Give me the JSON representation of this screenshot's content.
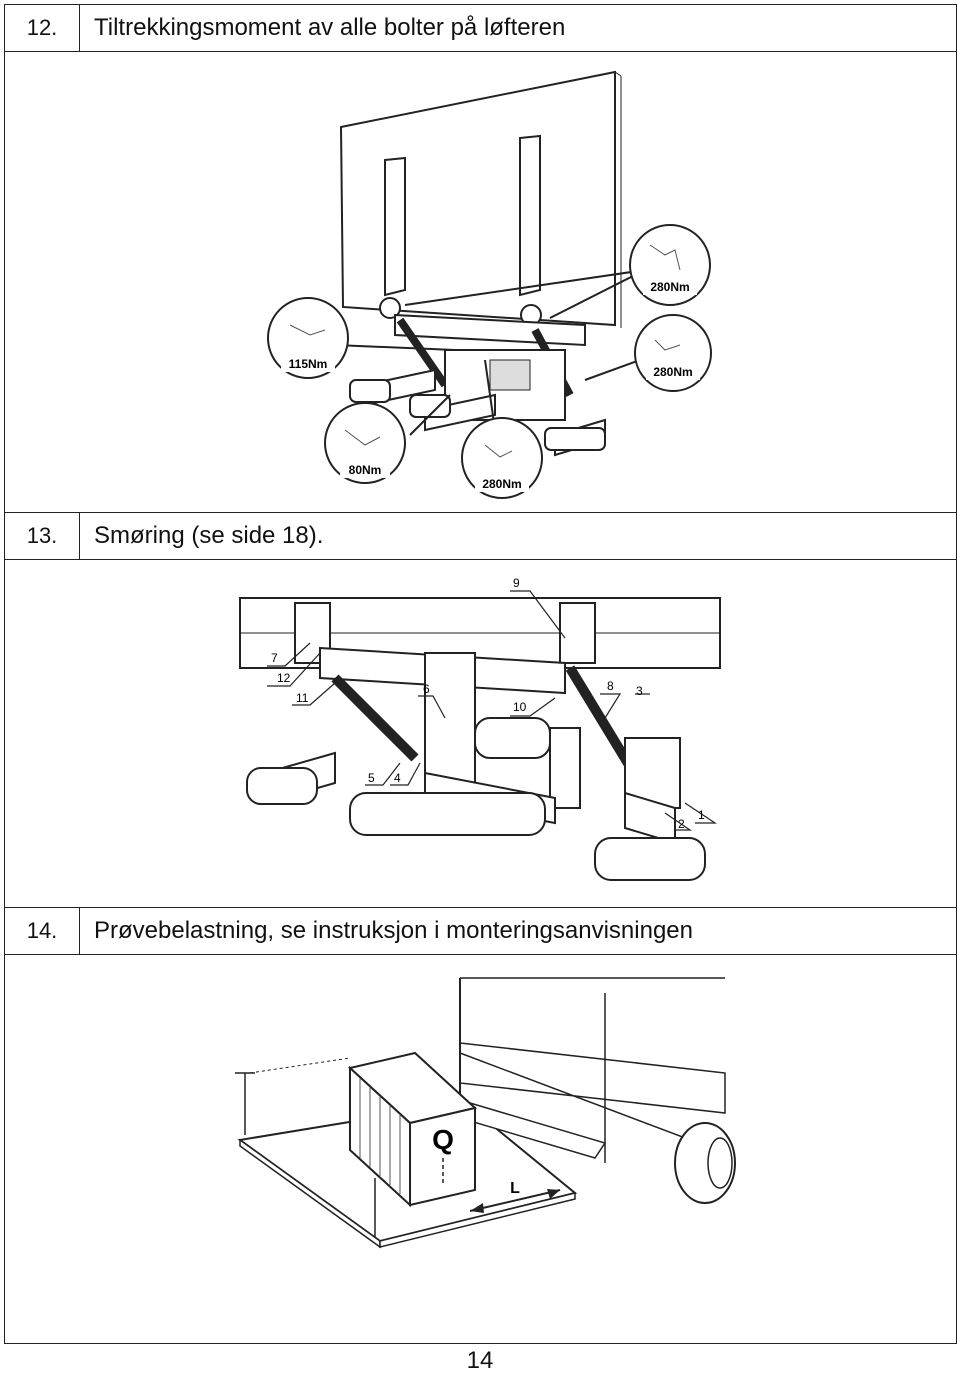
{
  "sections": [
    {
      "number": "12.",
      "title": "Tiltrekkingsmoment av alle bolter på løfteren"
    },
    {
      "number": "13.",
      "title": "Smøring (se side 18)."
    },
    {
      "number": "14.",
      "title": "Prøvebelastning, se instruksjon i monteringsanvisningen"
    }
  ],
  "torque_labels": [
    "280Nm",
    "280Nm",
    "115Nm",
    "80Nm",
    "280Nm"
  ],
  "lube_points": [
    "9",
    "7",
    "12",
    "11",
    "6",
    "10",
    "8",
    "3",
    "5",
    "4",
    "2",
    "1"
  ],
  "load_labels": {
    "load": "Q",
    "length": "L"
  },
  "page_number": "14"
}
